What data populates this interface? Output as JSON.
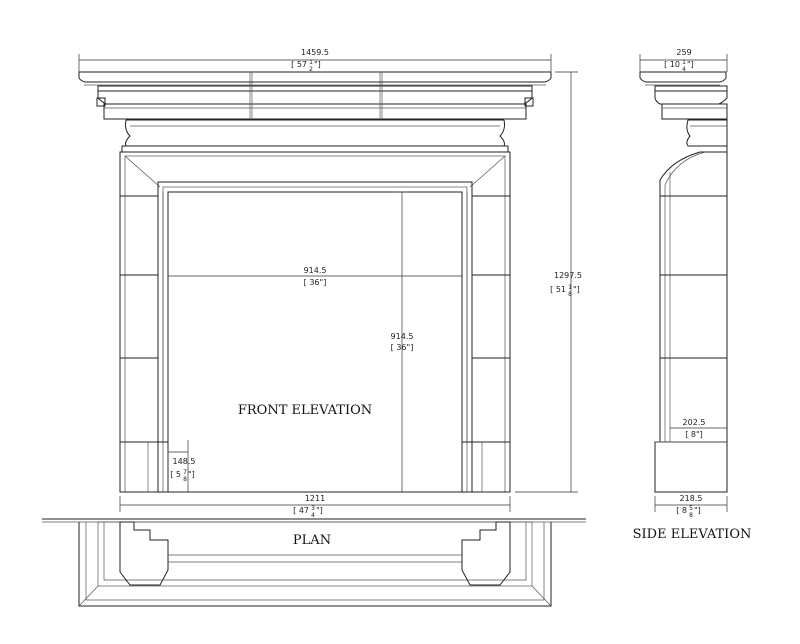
{
  "views": {
    "front": "FRONT ELEVATION",
    "side": "SIDE ELEVATION",
    "plan": "PLAN"
  },
  "dimensions": {
    "overall_width": {
      "mm": "1459.5",
      "imperial": "[ 57",
      "frac_num": "1",
      "frac_den": "2",
      "close": "\"]"
    },
    "overall_height": {
      "mm": "1297.5",
      "imperial": "[ 51",
      "frac_num": "1",
      "frac_den": "8",
      "close": "\"]"
    },
    "opening_width": {
      "mm": "914.5",
      "imperial": "[ 36\"]"
    },
    "opening_height": {
      "mm": "914.5",
      "imperial": "[ 36\"]"
    },
    "leg_width": {
      "mm": "148.5",
      "imperial": "[ 5",
      "frac_num": "7",
      "frac_den": "8",
      "close": "\"]"
    },
    "base_width": {
      "mm": "1211",
      "imperial": "[ 47",
      "frac_num": "3",
      "frac_den": "4",
      "close": "\"]"
    },
    "shelf_depth": {
      "mm": "259",
      "imperial": "[ 10",
      "frac_num": "1",
      "frac_den": "4",
      "close": "\"]"
    },
    "leg_depth": {
      "mm": "202.5",
      "imperial": "[ 8\"]"
    },
    "base_depth": {
      "mm": "218.5",
      "imperial": "[ 8",
      "frac_num": "5",
      "frac_den": "8",
      "close": "\"]"
    }
  }
}
